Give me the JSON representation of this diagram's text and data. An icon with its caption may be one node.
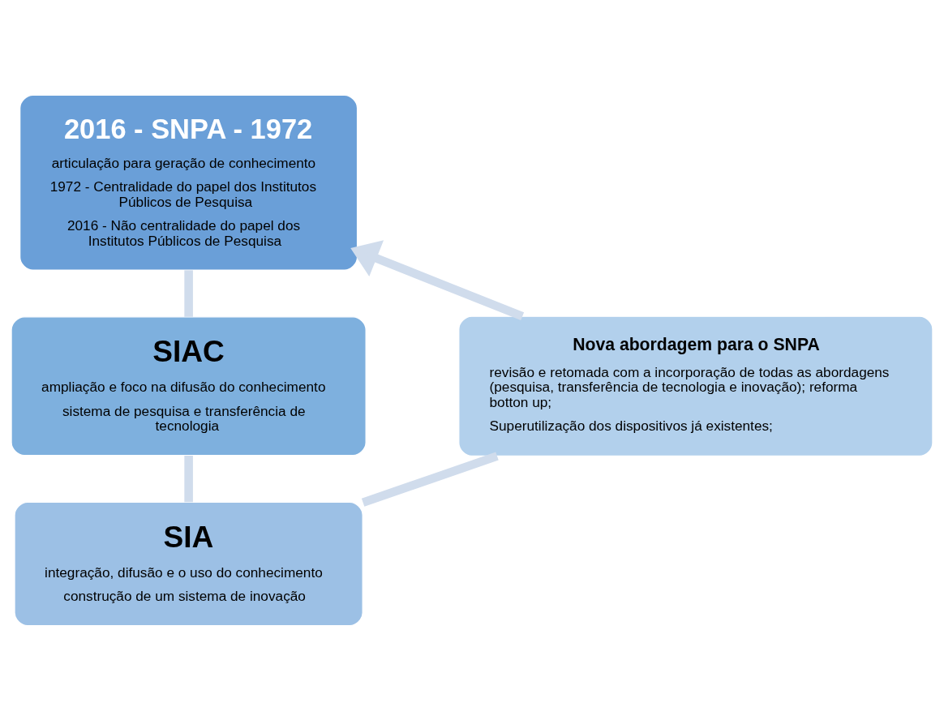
{
  "diagram": {
    "nodes": [
      {
        "text": [
          "2016 - SNPA - 1972",
          "articulação para geração de conhecimento",
          "1972 - Centralidade do papel dos Institutos Públicos de Pesquisa",
          "2016 - Não centralidade do papel dos Institutos Públicos de Pesquisa"
        ]
      },
      {
        "text": [
          "SIAC",
          "ampliação e foco na difusão do conhecimento",
          "sistema de pesquisa e transferência de tecnologia"
        ]
      },
      {
        "text": [
          "SIA",
          "integração, difusão e o uso do conhecimento",
          "construção de um sistema de inovação"
        ]
      },
      {
        "text": [
          "Nova abordagem para o SNPA",
          "revisão e retomada com a incorporação de todas as abordagens (pesquisa, transferência de tecnologia e inovação); reforma botton up;",
          "Superutilização dos dispositivos já existentes;"
        ]
      }
    ],
    "edges": [
      {
        "from": 0,
        "to": 1,
        "arrow": "none"
      },
      {
        "from": 1,
        "to": 2,
        "arrow": "none"
      },
      {
        "from": 2,
        "to": 3,
        "arrow": "none"
      },
      {
        "from": 3,
        "to": 0,
        "arrow": "to"
      }
    ]
  }
}
